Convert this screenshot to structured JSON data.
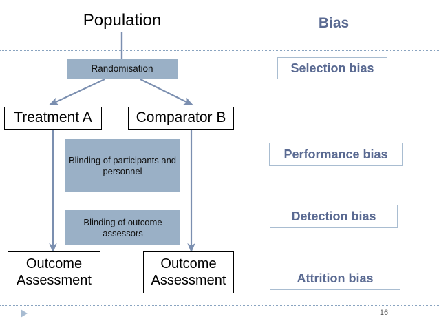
{
  "slide": {
    "number": "16",
    "background": "#ffffff",
    "accent_fill": "#9ab0c6",
    "accent_text": "#5a6a92",
    "connector_color": "#7b8fb0",
    "divider_color": "#8aa4c0"
  },
  "headers": {
    "left_title": "Population",
    "right_title": "Bias"
  },
  "flow": {
    "randomisation": "Randomisation",
    "treatment_a": "Treatment A",
    "comparator_b": "Comparator B",
    "blinding_participants": "Blinding of participants and personnel",
    "blinding_assessors": "Blinding of outcome assessors",
    "outcome_left": "Outcome Assessment",
    "outcome_right": "Outcome Assessment"
  },
  "bias": {
    "items": [
      {
        "label": "Selection bias"
      },
      {
        "label": "Performance bias"
      },
      {
        "label": "Detection bias"
      },
      {
        "label": "Attrition bias"
      }
    ]
  },
  "icons": {
    "play_marker": "play-triangle-icon"
  },
  "diagram_data": {
    "type": "flowchart",
    "title": "Population to Outcome Assessment flow with sources of bias",
    "nodes": [
      {
        "id": "population",
        "label": "Population",
        "style": "plain-text"
      },
      {
        "id": "randomisation",
        "label": "Randomisation",
        "style": "filled"
      },
      {
        "id": "treatment_a",
        "label": "Treatment A",
        "style": "outlined"
      },
      {
        "id": "comparator_b",
        "label": "Comparator B",
        "style": "outlined"
      },
      {
        "id": "blinding_participants",
        "label": "Blinding of participants and personnel",
        "style": "filled"
      },
      {
        "id": "blinding_assessors",
        "label": "Blinding of outcome assessors",
        "style": "filled"
      },
      {
        "id": "outcome_left",
        "label": "Outcome Assessment",
        "style": "outlined"
      },
      {
        "id": "outcome_right",
        "label": "Outcome Assessment",
        "style": "outlined"
      }
    ],
    "edges": [
      {
        "from": "population",
        "to": "randomisation",
        "type": "line"
      },
      {
        "from": "randomisation",
        "to": "treatment_a",
        "type": "arrow"
      },
      {
        "from": "randomisation",
        "to": "comparator_b",
        "type": "arrow"
      },
      {
        "from": "treatment_a",
        "to": "outcome_left",
        "type": "arrow"
      },
      {
        "from": "comparator_b",
        "to": "outcome_right",
        "type": "arrow"
      }
    ],
    "bias_alignment": [
      {
        "bias": "Selection bias",
        "stage": "Randomisation"
      },
      {
        "bias": "Performance bias",
        "stage": "Blinding of participants and personnel"
      },
      {
        "bias": "Detection bias",
        "stage": "Blinding of outcome assessors"
      },
      {
        "bias": "Attrition bias",
        "stage": "Outcome Assessment"
      }
    ]
  }
}
